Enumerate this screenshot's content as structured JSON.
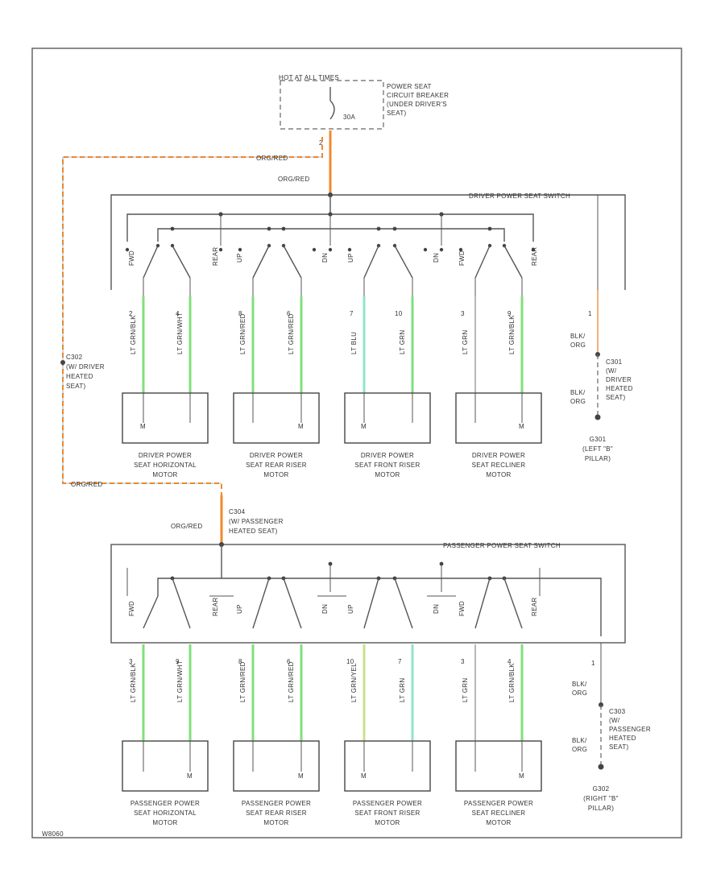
{
  "colors": {
    "orange": "#f08a2c",
    "green": "#7fe07a",
    "lightblue": "#8fe6c8",
    "yellowgreen": "#c9e08a",
    "wire": "#555555"
  },
  "fuse": {
    "hot_label": "HOT AT ALL TIMES",
    "rating": "30A",
    "desc_lines": [
      "POWER SEAT",
      "CIRCUIT BREAKER",
      "(UNDER DRIVER'S",
      "SEAT)"
    ],
    "pin": "2"
  },
  "wires": {
    "orgred_1": "ORG/RED",
    "orgred_2": "ORG/RED",
    "orgred_3": "ORG/RED",
    "orgred_4": "ORG/RED"
  },
  "driver_switch": {
    "title": "DRIVER POWER SEAT SWITCH"
  },
  "passenger_switch": {
    "title": "PASSENGER POWER SEAT SWITCH"
  },
  "switch_labels": {
    "fwd": "FWD",
    "rear": "REAR",
    "up1": "UP",
    "dn1": "DN",
    "up2": "UP",
    "dn2": "DN",
    "fwd2": "FWD",
    "rear2": "REAR"
  },
  "left_connector": {
    "lines": [
      "C302",
      "(W/ DRIVER",
      "HEATED",
      "SEAT)"
    ]
  },
  "mid_connector": {
    "lines": [
      "C304",
      "(W/ PASSENGER",
      "HEATED SEAT)"
    ]
  },
  "driver_pins": [
    "2",
    "4",
    "8",
    "6",
    "7",
    "10",
    "3",
    "9"
  ],
  "driver_wires": [
    "LT GRN/BLK",
    "LT GRN/WHT",
    "LT GRN/RED",
    "LT GRN/RED",
    "LT BLU",
    "LT GRN",
    "LT GRN",
    "LT GRN/BLK"
  ],
  "passenger_pins": [
    "3",
    "9",
    "8",
    "6",
    "10",
    "7",
    "3",
    "4"
  ],
  "passenger_wires": [
    "LT GRN/BLK",
    "LT GRN/WHT",
    "LT GRN/RED",
    "LT GRN/RED",
    "LT GRN/YEL",
    "LT GRN",
    "LT GRN",
    "LT GRN/BLK"
  ],
  "motor_symbol": "M",
  "driver_motors": [
    [
      "DRIVER POWER",
      "SEAT HORIZONTAL",
      "MOTOR"
    ],
    [
      "DRIVER POWER",
      "SEAT REAR RISER",
      "MOTOR"
    ],
    [
      "DRIVER POWER",
      "SEAT FRONT RISER",
      "MOTOR"
    ],
    [
      "DRIVER POWER",
      "SEAT RECLINER",
      "MOTOR"
    ]
  ],
  "passenger_motors": [
    [
      "PASSENGER POWER",
      "SEAT HORIZONTAL",
      "MOTOR"
    ],
    [
      "PASSENGER POWER",
      "SEAT REAR RISER",
      "MOTOR"
    ],
    [
      "PASSENGER POWER",
      "SEAT FRONT RISER",
      "MOTOR"
    ],
    [
      "PASSENGER POWER",
      "SEAT RECLINER",
      "MOTOR"
    ]
  ],
  "right_driver": {
    "pin": "1",
    "wire_top": [
      "BLK/",
      "ORG"
    ],
    "wire_bot": [
      "BLK/",
      "ORG"
    ],
    "connector_lines": [
      "C301",
      "(W/",
      "DRIVER",
      "HEATED",
      "SEAT)"
    ],
    "ground_lines": [
      "G301",
      "(LEFT \"B\"",
      "PILLAR)"
    ]
  },
  "right_passenger": {
    "pin": "1",
    "wire_top": [
      "BLK/",
      "ORG"
    ],
    "wire_bot": [
      "BLK/",
      "ORG"
    ],
    "connector_lines": [
      "C303",
      "(W/",
      "PASSENGER",
      "HEATED",
      "SEAT)"
    ],
    "ground_lines": [
      "G302",
      "(RIGHT \"B\"",
      "PILLAR)"
    ]
  },
  "footer_code": "W8060"
}
